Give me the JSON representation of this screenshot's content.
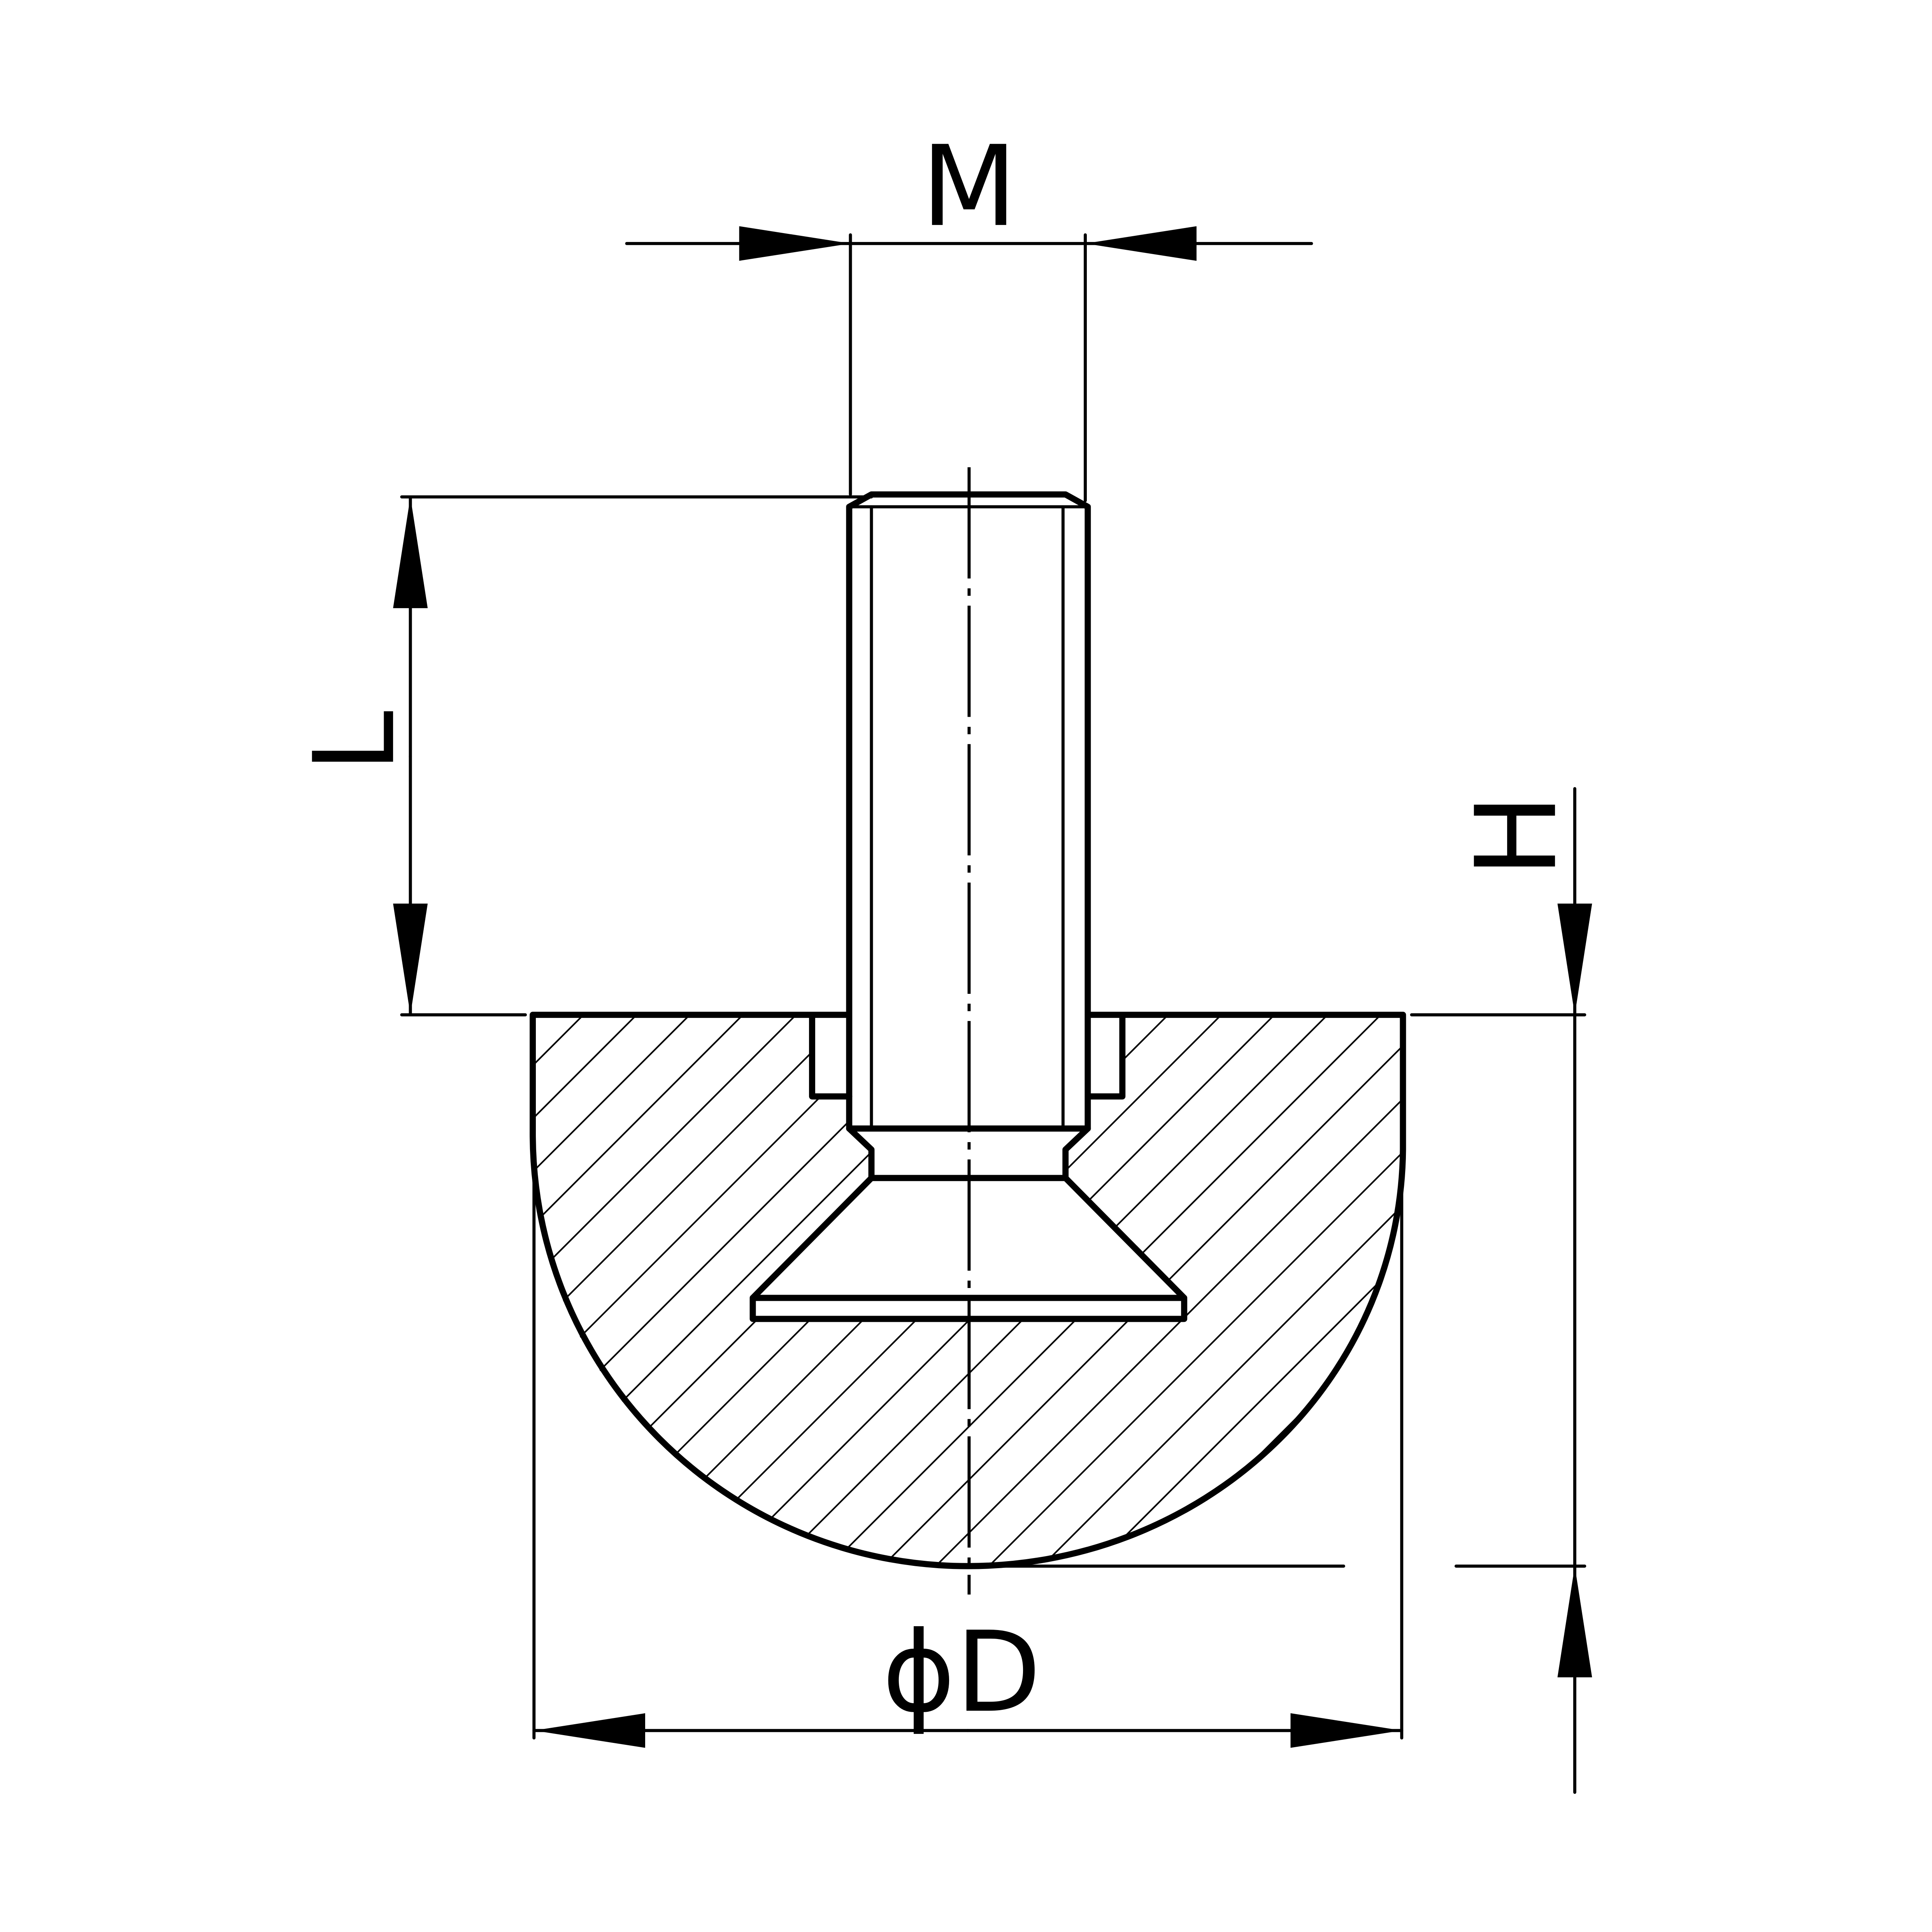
{
  "drawing": {
    "labels": {
      "thread": "M",
      "length": "L",
      "height": "H",
      "diameter": "ϕD"
    },
    "line_color": "#000000",
    "background": "#ffffff"
  }
}
